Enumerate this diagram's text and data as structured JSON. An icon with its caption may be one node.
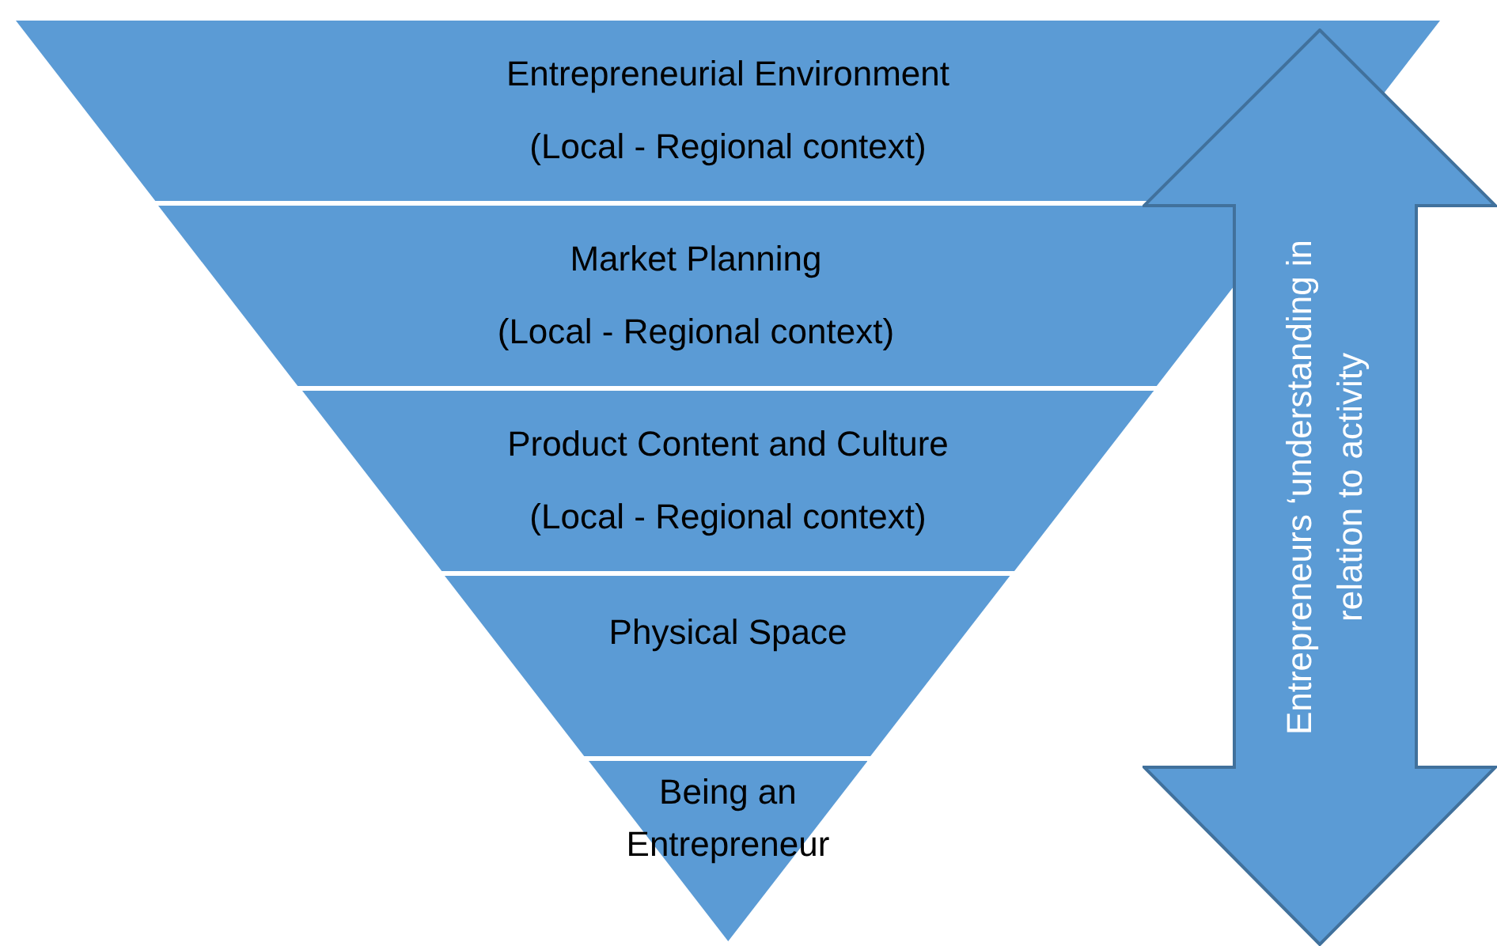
{
  "diagram": {
    "nodes": [
      {
        "text": [
          "Entrepreneurial Environment",
          "(Local - Regional context)"
        ]
      },
      {
        "text": [
          "Market Planning",
          "(Local - Regional context)"
        ]
      },
      {
        "text": [
          "Product Content and Culture",
          "(Local - Regional context)"
        ]
      },
      {
        "text": [
          "Physical Space"
        ]
      },
      {
        "text": [
          "Being an Entrepreneur"
        ]
      },
      {
        "text": [
          "Entrepreneurs ‘understanding in relation to activity"
        ]
      }
    ]
  }
}
